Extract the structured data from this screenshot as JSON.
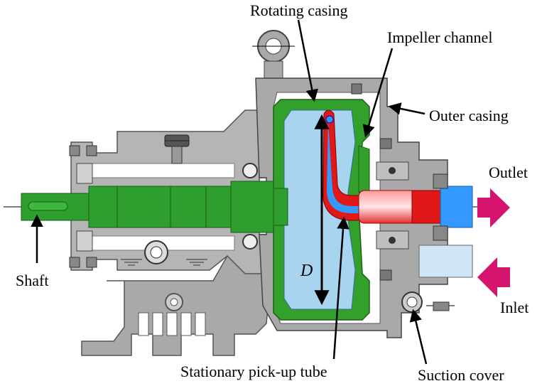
{
  "labels": {
    "rotating_casing": "Rotating casing",
    "impeller_channel": "Impeller channel",
    "outer_casing": "Outer casing",
    "outlet": "Outlet",
    "inlet": "Inlet",
    "shaft": "Shaft",
    "stationary_pickup_tube": "Stationary pick-up tube",
    "suction_cover": "Suction cover",
    "diameter_symbol": "D"
  },
  "colors": {
    "casing_grey": "#a9a9a9",
    "casing_dark": "#808080",
    "rotating_green": "#33a02c",
    "shaft_green": "#2e9e2e",
    "fluid_blue": "#a8d4f0",
    "flow_blue": "#3399ff",
    "pickup_red": "#e01818",
    "arrow_magenta": "#d4146e"
  }
}
